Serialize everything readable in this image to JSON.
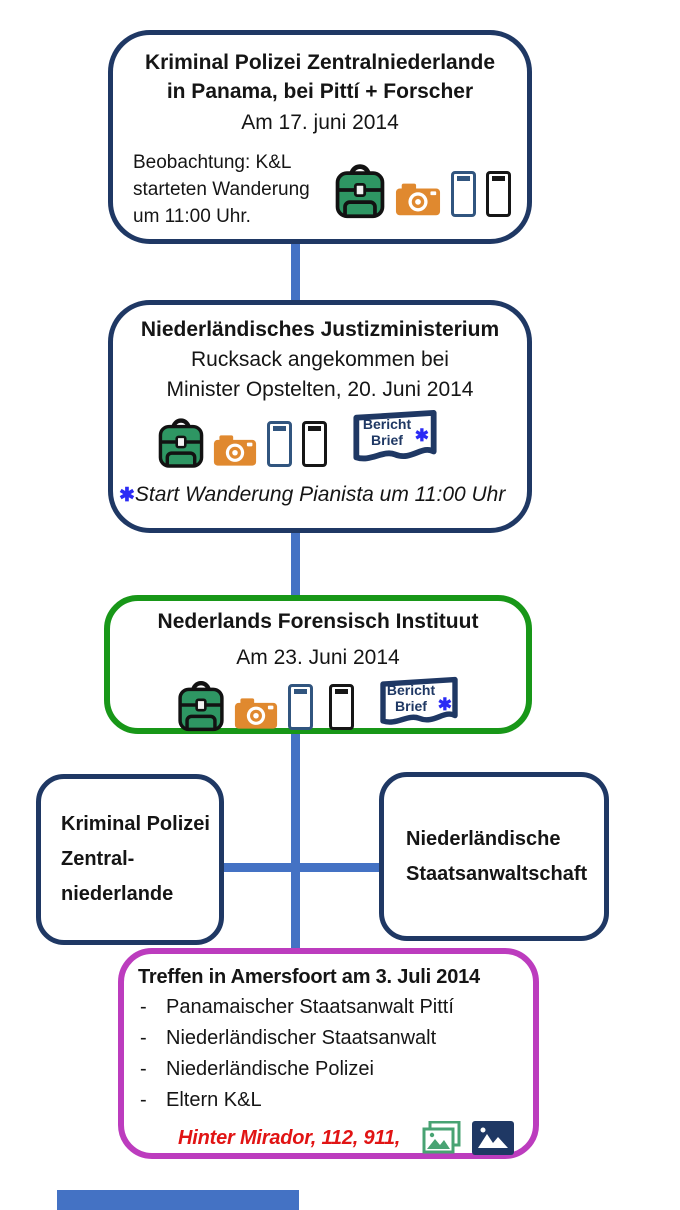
{
  "palette": {
    "navy": "#1F3864",
    "connector_blue": "#4472C4",
    "green": "#189718",
    "magenta": "#BC3CBE",
    "red": "#E11414",
    "asterisk_blue": "#2B2BF5",
    "backpack_green": "#2E9663",
    "camera_orange": "#E0892F",
    "phone_blue": "#31557F",
    "phone_black": "#161616",
    "photos_green": "#48A373",
    "text_black": "#151515"
  },
  "box_police_panama": {
    "title_line1": "Kriminal Polizei Zentralniederlande",
    "title_line2": "in Panama, bei Pittí + Forscher",
    "date": "Am 17. juni 2014",
    "note_line1": "Beobachtung:  K&L",
    "note_line2": "starteten  Wanderung",
    "note_line3": "um 11:00 Uhr."
  },
  "box_justizministerium": {
    "title": "Niederländisches  Justizministerium",
    "line1": "Rucksack angekommen bei",
    "line2": "Minister Opstelten, 20. Juni 2014",
    "footnote_star": "✱",
    "footnote": "Start Wanderung  Pianista um 11:00 Uhr"
  },
  "box_forensisch": {
    "title": "Nederlands Forensisch Instituut",
    "date": "Am 23. Juni 2014"
  },
  "box_kriminal_polizei": {
    "line1": "Kriminal Polizei",
    "line2": "Zentral-",
    "line3": "niederlande"
  },
  "box_staatsanwaltschaft": {
    "line1": "Niederländische",
    "line2": "Staatsanwaltschaft"
  },
  "box_treffen": {
    "title": "Treffen in Amersfoort am 3. Juli 2014",
    "bullet": "-",
    "items": [
      "Panamaischer Staatsanwalt Pittí",
      "Niederländischer Staatsanwalt",
      "Niederländische Polizei",
      "Eltern K&L"
    ],
    "highlight": "Hinter Mirador, 112, 911,"
  },
  "document_badge": {
    "line1": "Bericht",
    "line2": "Brief",
    "star": "✱"
  },
  "icons": {
    "backpack": "backpack-icon",
    "camera": "camera-icon",
    "phone_blue": "smartphone-blue-icon",
    "phone_black": "smartphone-black-icon",
    "report": "report-letter-icon",
    "photos": "photos-stack-icon",
    "photo": "photo-icon"
  }
}
